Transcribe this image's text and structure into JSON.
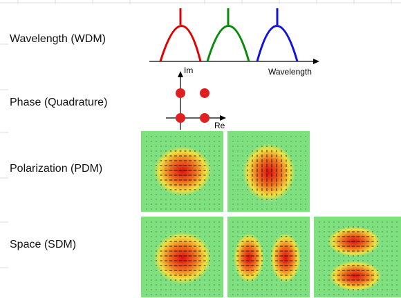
{
  "rows": {
    "wdm": "Wavelength (WDM)",
    "quadrature": "Phase (Quadrature)",
    "pdm": "Polarization (PDM)",
    "sdm": "Space (SDM)"
  },
  "spectrum": {
    "xlabel": "Wavelength",
    "colors": [
      "#e00000",
      "#0a8a0a",
      "#1010e0"
    ]
  },
  "constellation": {
    "im_label": "Im",
    "re_label": "Re",
    "point_color": "#e02020",
    "points": [
      [
        0,
        1
      ],
      [
        1,
        1
      ],
      [
        0,
        0
      ],
      [
        1,
        0
      ]
    ]
  },
  "colors": {
    "panel_bg": "#7fe07f",
    "mode_core": "#e01010",
    "mode_mid": "#f07020",
    "mode_edge": "#f0e040"
  }
}
